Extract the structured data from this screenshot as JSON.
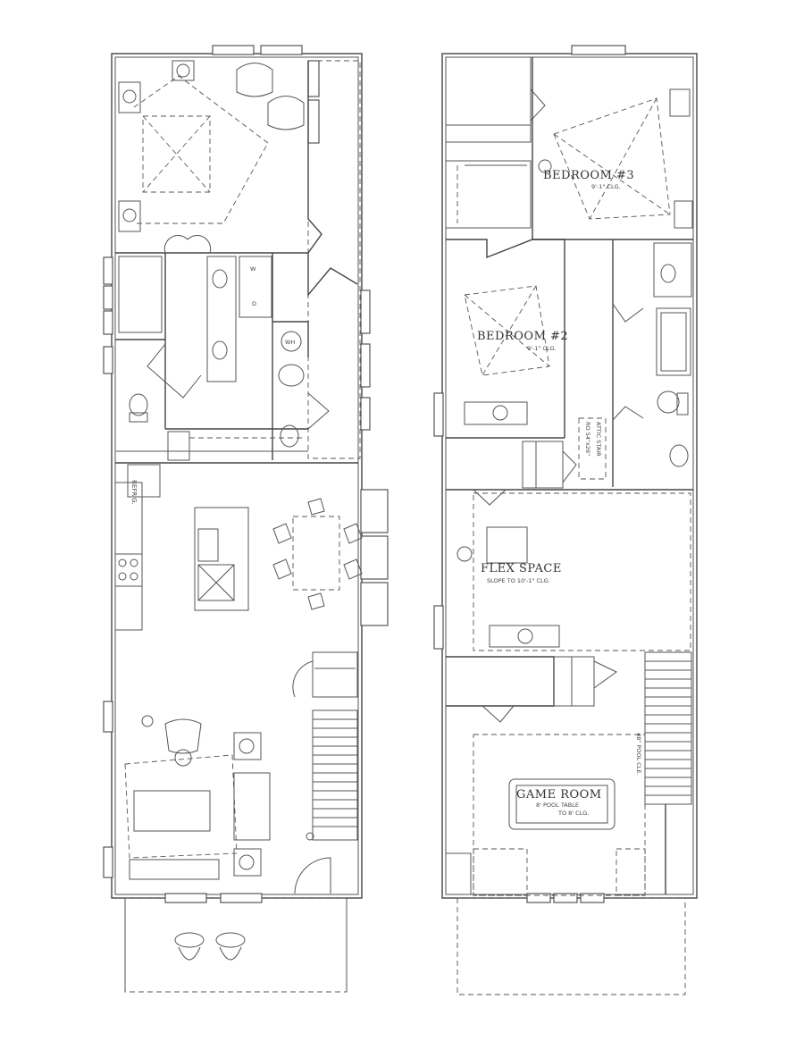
{
  "labels": {
    "bedroom3": "BEDROOM #3",
    "bedroom3_ceiling": "9'-1\" CLG.",
    "bedroom2": "BEDROOM #2",
    "bedroom2_ceiling": "9'-1\" CLG.",
    "flex_space": "FLEX SPACE",
    "flex_space_note": "SLOPE TO 10'-1\" CLG.",
    "game_room": "GAME ROOM",
    "game_room_note": "8' POOL TABLE",
    "game_room_ceiling": "TO 8' CLG.",
    "pool_clearance": "48\" POOL CLE.",
    "attic_stair_1": "ATTIC STAIR",
    "attic_stair_2": "RO 54\"x26\"",
    "refrig": "REFR'G.",
    "water_heater": "WH",
    "washer": "W",
    "dryer": "D"
  }
}
